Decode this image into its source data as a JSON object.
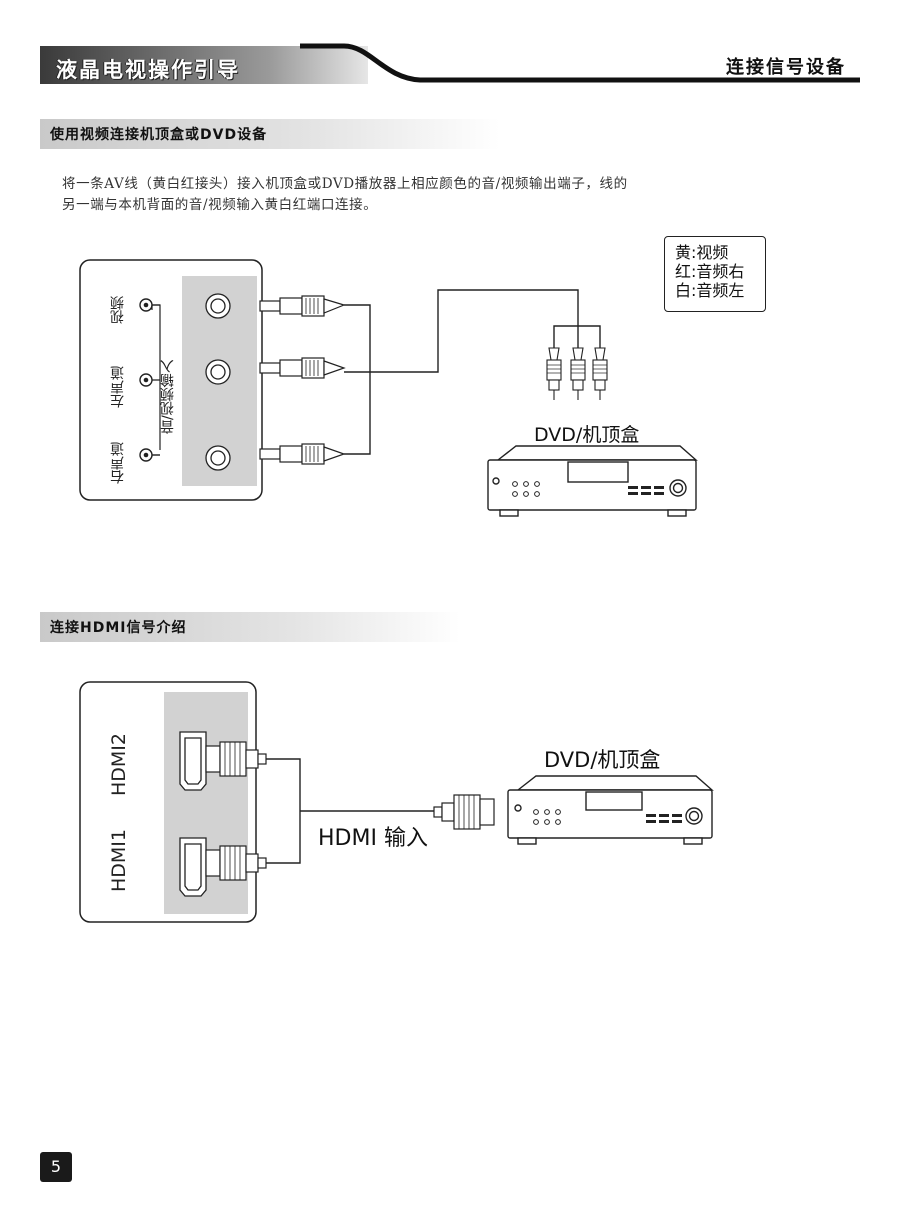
{
  "header": {
    "title": "液晶电视操作引导",
    "section": "连接信号设备"
  },
  "section1": {
    "title": "使用视频连接机顶盒或DVD设备",
    "paragraph_line1": "将一条AV线（黄白红接头）接入机顶盒或DVD播放器上相应颜色的音/视频输出端子，线的",
    "paragraph_line2": "另一端与本机背面的音/视频输入黄白红端口连接。",
    "tv_panel": {
      "port_video": "视频",
      "port_left": "左声道",
      "port_right": "右声道",
      "group_label": "音/视频输入"
    },
    "legend": {
      "yellow": "黄:视频",
      "red": "红:音频右",
      "white": "白:音频左"
    },
    "device_label": "DVD/机顶盒"
  },
  "section2": {
    "title": "连接HDMI信号介绍",
    "tv_panel": {
      "port_hdmi2": "HDMI2",
      "port_hdmi1": "HDMI1"
    },
    "cable_label": "HDMI 输入",
    "device_label": "DVD/机顶盒"
  },
  "page_number": "5"
}
